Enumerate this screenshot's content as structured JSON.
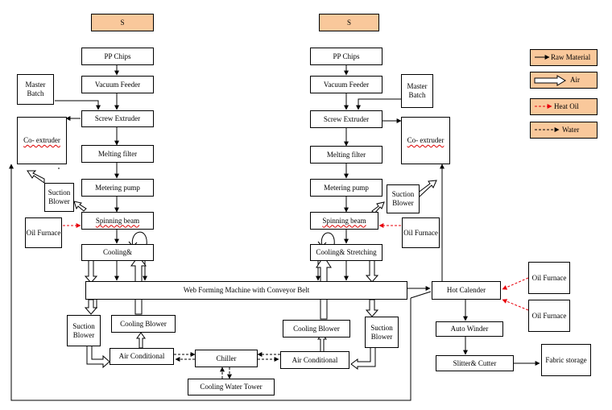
{
  "source_labels": {
    "left": "S",
    "right": "S"
  },
  "left_line": {
    "pp_chips": "PP Chips",
    "vacuum_feeder": "Vacuum Feeder",
    "master_batch": "Master Batch",
    "screw_extruder": "Screw Extruder",
    "co_extruder": "Co- extruder",
    "melting_filter": "Melting filter",
    "metering_pump": "Metering pump",
    "suction_blower": "Suction Blower",
    "spinning_beam": "Spinning beam",
    "oil_furnace": "Oil Furnace",
    "cooling": "Cooling&"
  },
  "right_line": {
    "pp_chips": "PP Chips",
    "vacuum_feeder": "Vacuum Feeder",
    "master_batch": "Master Batch",
    "screw_extruder": "Screw Extruder",
    "co_extruder": "Co- extruder",
    "melting_filter": "Melting filter",
    "metering_pump": "Metering pump",
    "suction_blower": "Suction Blower",
    "spinning_beam": "Spinning beam",
    "oil_furnace": "Oil Furnace",
    "cooling": "Cooling& Stretching"
  },
  "web_forming": "Web Forming Machine with Conveyor Belt",
  "bottom": {
    "suction_blower_left": "Suction Blower",
    "cooling_blower_left": "Cooling Blower",
    "air_conditional_left": "Air Conditional",
    "chiller": "Chiller",
    "cooling_water_tower": "Cooling Water Tower",
    "cooling_blower_right": "Cooling Blower",
    "air_conditional_right": "Air Conditional",
    "suction_blower_right": "Suction Blower"
  },
  "finishing": {
    "hot_calender": "Hot Calender",
    "oil_furnace_top": "Oil Furnace",
    "oil_furnace_bottom": "Oil Furnace",
    "auto_winder": "Auto Winder",
    "slitter_cutter": "Slitter& Cutter",
    "fabric_storage": "Fabric storage"
  },
  "legend": {
    "raw_material": "Raw Material",
    "air": "Air",
    "heat_oil": "Heat Oil",
    "water": "Water"
  },
  "colors": {
    "legend_fill": "#f9c89b",
    "heat_oil": "#e8000b",
    "line": "#000000"
  }
}
